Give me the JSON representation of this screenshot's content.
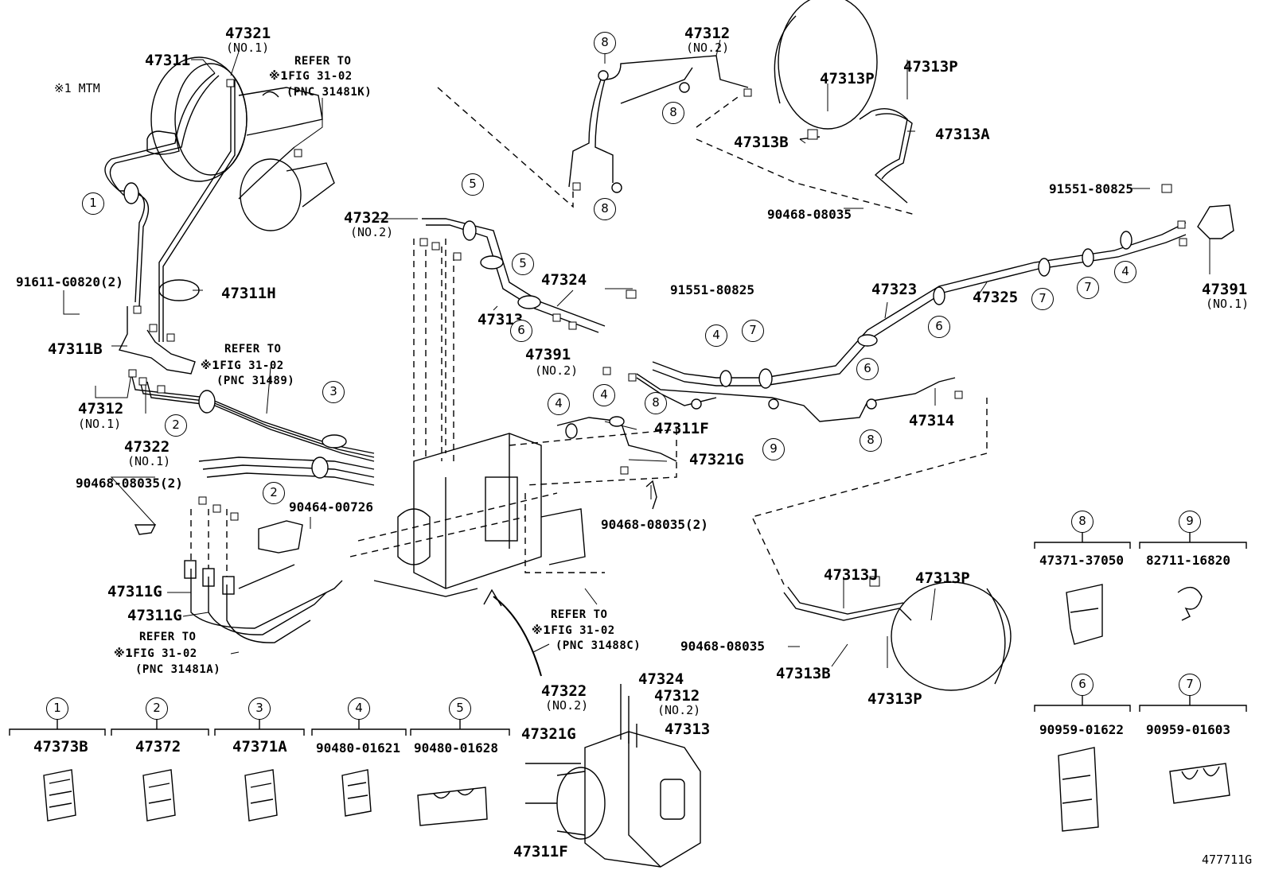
{
  "mtm_note": "※1 MTM",
  "fig_code": "477711G",
  "refs": {
    "r1": {
      "mark": "※1",
      "line1": "REFER TO",
      "line2": "FIG 31-02",
      "line3": "(PNC 31481K)"
    },
    "r2": {
      "mark": "※1",
      "line1": "REFER TO",
      "line2": "FIG 31-02",
      "line3": "(PNC 31489)"
    },
    "r3": {
      "mark": "※1",
      "line1": "REFER TO",
      "line2": "FIG 31-02",
      "line3": "(PNC 31481A)"
    },
    "r4": {
      "mark": "※1",
      "line1": "REFER TO",
      "line2": "FIG 31-02",
      "line3": "(PNC 31488C)"
    }
  },
  "labels": {
    "p47321_no1": "47321",
    "p47321_no1_sub": "(NO.1)",
    "p47311": "47311",
    "p47312_no2": "47312",
    "p47312_no2_sub": "(NO.2)",
    "p47313P_a": "47313P",
    "p47313P_b": "47313P",
    "p47313B_a": "47313B",
    "p47313A": "47313A",
    "p90468_a": "90468-08035",
    "p91551_a": "91551-80825",
    "p47391_no1": "47391",
    "p47391_no1_sub": "(NO.1)",
    "p47322_no2": "47322",
    "p47322_no2_sub": "(NO.2)",
    "p91611": "91611-G0820(2)",
    "p47311H": "47311H",
    "p47324": "47324",
    "p47313": "47313",
    "p91551_b": "91551-80825",
    "p47323": "47323",
    "p47325": "47325",
    "p47391_no2": "47391",
    "p47391_no2_sub": "(NO.2)",
    "p47311B": "47311B",
    "p47312_no1": "47312",
    "p47312_no1_sub": "(NO.1)",
    "p47322_no1": "47322",
    "p47322_no1_sub": "(NO.1)",
    "p47311F": "47311F",
    "p47321G": "47321G",
    "p47314": "47314",
    "p90468_2a": "90468-08035(2)",
    "p90464": "90464-00726",
    "p90468_2b": "90468-08035(2)",
    "p47311G_a": "47311G",
    "p47311G_b": "47311G",
    "p47313J": "47313J",
    "p47313P_c": "47313P",
    "p90468_b": "90468-08035",
    "p47313B_b": "47313B",
    "p47313P_d": "47313P",
    "p47371_37050": "47371-37050",
    "p82711": "82711-16820",
    "p90959_01622": "90959-01622",
    "p90959_01603": "90959-01603"
  },
  "abs_detail": {
    "l47322": "47322",
    "l47322_sub": "(NO.2)",
    "l47324": "47324",
    "l47312": "47312",
    "l47312_sub": "(NO.2)",
    "l47313": "47313",
    "l47321G": "47321G",
    "l47311F": "47311F"
  },
  "clamp_legend": [
    {
      "num": "1",
      "part": "47373B"
    },
    {
      "num": "2",
      "part": "47372"
    },
    {
      "num": "3",
      "part": "47371A"
    },
    {
      "num": "4",
      "part": "90480-01621"
    },
    {
      "num": "5",
      "part": "90480-01628"
    }
  ],
  "clip_legend": [
    {
      "num": "8",
      "part": "47371-37050"
    },
    {
      "num": "9",
      "part": "82711-16820"
    },
    {
      "num": "6",
      "part": "90959-01622"
    },
    {
      "num": "7",
      "part": "90959-01603"
    }
  ],
  "callouts": [
    "8",
    "8",
    "8",
    "1",
    "5",
    "5",
    "6",
    "4",
    "7",
    "6",
    "7",
    "7",
    "4",
    "6",
    "4",
    "4",
    "8",
    "9",
    "8",
    "3",
    "2",
    "2"
  ]
}
